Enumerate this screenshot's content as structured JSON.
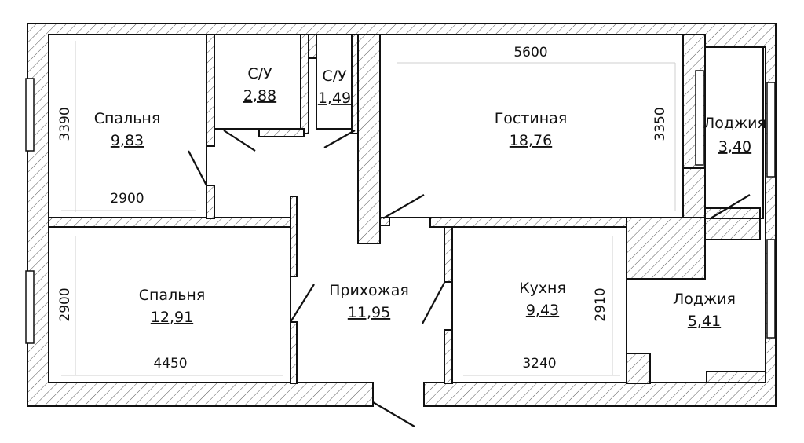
{
  "rooms": [
    {
      "id": "bedroom-1",
      "name": "Спальня",
      "area": "9,83"
    },
    {
      "id": "bathroom-1",
      "name": "С/У",
      "area": "2,88"
    },
    {
      "id": "bathroom-2",
      "name": "С/У",
      "area": "1,49"
    },
    {
      "id": "living",
      "name": "Гостиная",
      "area": "18,76"
    },
    {
      "id": "loggia-1",
      "name": "Лоджия",
      "area": "3,40"
    },
    {
      "id": "bedroom-2",
      "name": "Спальня",
      "area": "12,91"
    },
    {
      "id": "hallway",
      "name": "Прихожая",
      "area": "11,95"
    },
    {
      "id": "kitchen",
      "name": "Кухня",
      "area": "9,43"
    },
    {
      "id": "loggia-2",
      "name": "Лоджия",
      "area": "5,41"
    }
  ],
  "dimensions": {
    "bedroom1_height": "3390",
    "bedroom1_width": "2900",
    "living_width": "5600",
    "living_height": "3350",
    "bedroom2_height": "2900",
    "bedroom2_width": "4450",
    "kitchen_height": "2910",
    "kitchen_width": "3240"
  }
}
